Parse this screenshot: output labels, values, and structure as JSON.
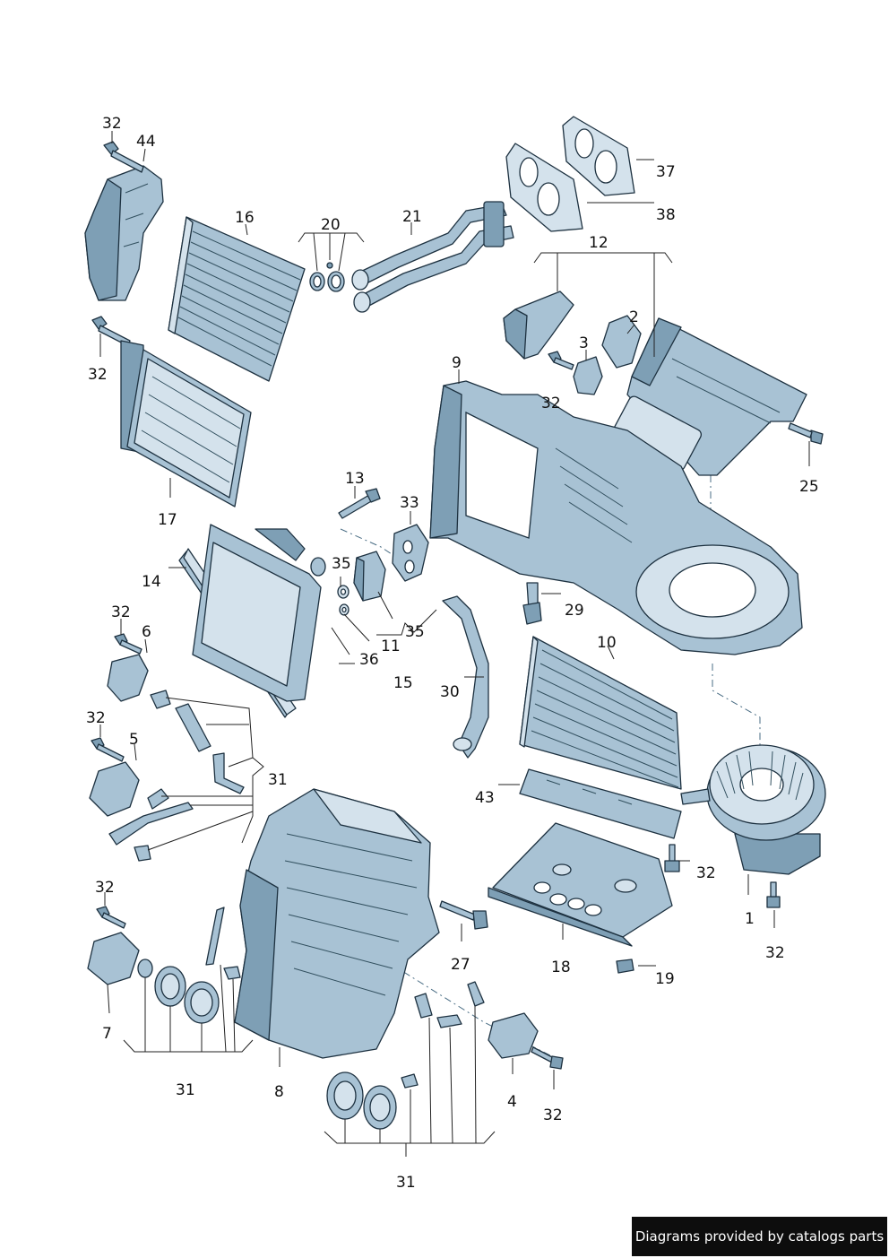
{
  "labels": {
    "l1": "1",
    "l2": "2",
    "l3": "3",
    "l4": "4",
    "l5": "5",
    "l6": "6",
    "l7": "7",
    "l8": "8",
    "l9": "9",
    "l10": "10",
    "l11": "11",
    "l12": "12",
    "l13": "13",
    "l14": "14",
    "l15": "15",
    "l16": "16",
    "l17": "17",
    "l18": "18",
    "l19": "19",
    "l20": "20",
    "l21": "21",
    "l25": "25",
    "l27": "27",
    "l29": "29",
    "l30": "30",
    "l31": "31",
    "l32": "32",
    "l33": "33",
    "l35": "35",
    "l36": "36",
    "l37": "37",
    "l38": "38",
    "l43": "43",
    "l44": "44"
  },
  "footer": {
    "text": "Diagrams provided by catalogs parts"
  },
  "colors": {
    "part_fill": "#a8c2d4",
    "part_outline": "#1d3140",
    "footer_bg": "#0d0d0d"
  }
}
